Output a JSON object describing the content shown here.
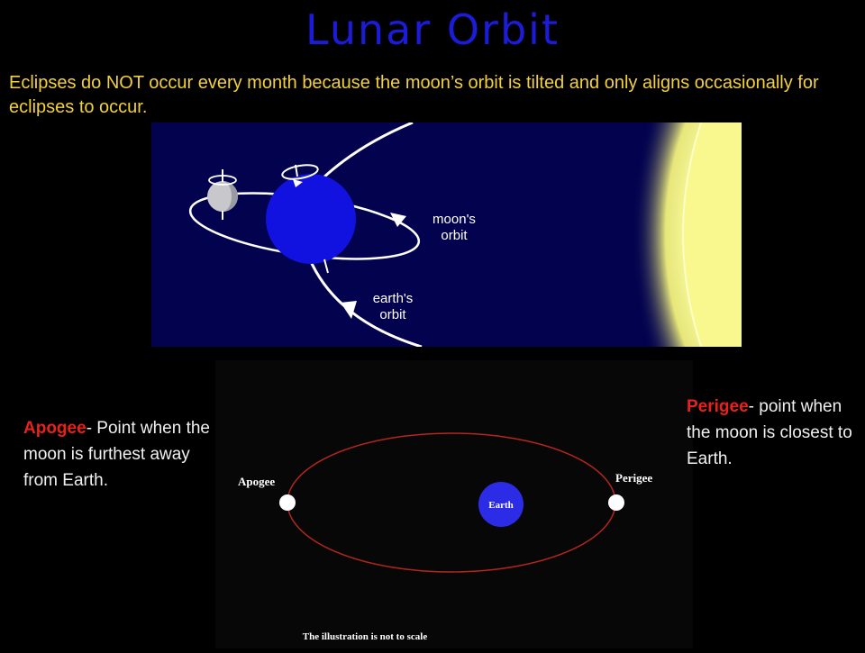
{
  "title": "Lunar Orbit",
  "intro": "Eclipses do NOT occur every month because the moon’s orbit is tilted and only aligns occasionally for eclipses to occur.",
  "orbit_diagram": {
    "moon_orbit_label_1": "moon's",
    "moon_orbit_label_2": "orbit",
    "earth_orbit_label_1": "earth's",
    "earth_orbit_label_2": "orbit"
  },
  "apsis_diagram": {
    "apogee_label": "Apogee",
    "perigee_label": "Perigee",
    "earth_label": "Earth",
    "scale_note": "The illustration is not to scale"
  },
  "captions": {
    "apogee_term": "Apogee",
    "apogee_text": "- Point when the moon is furthest  away from Earth.",
    "perigee_term": "Perigee",
    "perigee_text": "- point when the moon is closest to Earth."
  },
  "colors": {
    "title": "#1c1cd8",
    "intro_text": "#f3d13a",
    "space_top": "#02024f",
    "earth_blue": "#1414e6",
    "sun_yellow": "#f7f78a",
    "orbit_red": "#b3261e",
    "term_red": "#e8211d"
  }
}
